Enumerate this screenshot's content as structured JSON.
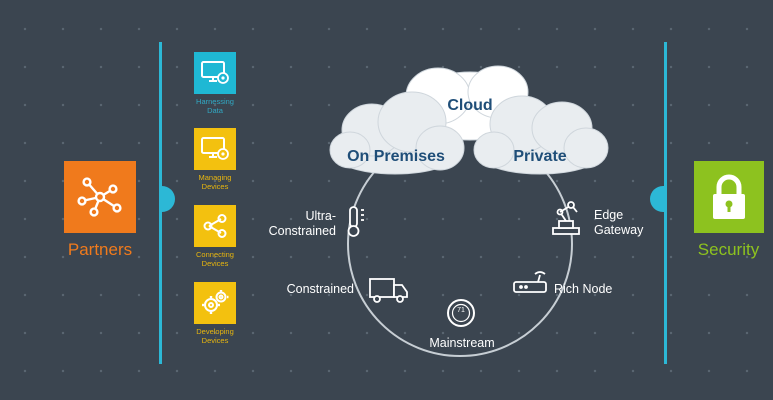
{
  "left_panel": {
    "label": "Partners",
    "icon": "network-graph-icon",
    "color": "#f07a1c"
  },
  "capabilities": [
    {
      "label": "Harnessing Data",
      "icon": "monitor-gear-icon",
      "color": "#1fb8d4",
      "label_color": "#31a9c4"
    },
    {
      "label": "Managing Devices",
      "icon": "monitor-gear-icon",
      "color": "#f3c10f",
      "label_color": "#e8b60e"
    },
    {
      "label": "Connecting Devices",
      "icon": "share-icon",
      "color": "#f3c10f",
      "label_color": "#e8b60e"
    },
    {
      "label": "Developing Devices",
      "icon": "gears-icon",
      "color": "#f3c10f",
      "label_color": "#e8b60e"
    }
  ],
  "clouds": {
    "top": "Cloud",
    "left": "On Premises",
    "right": "Private"
  },
  "nodes": {
    "ultra_constrained": "Ultra-\nConstrained",
    "constrained": "Constrained",
    "mainstream": "Mainstream",
    "rich_node": "Rich Node",
    "edge_gateway": "Edge\nGateway",
    "mainstream_badge": "71"
  },
  "right_panel": {
    "label": "Security",
    "icon": "padlock-icon",
    "color": "#8dc21f"
  },
  "accent": "#2cb8d6"
}
